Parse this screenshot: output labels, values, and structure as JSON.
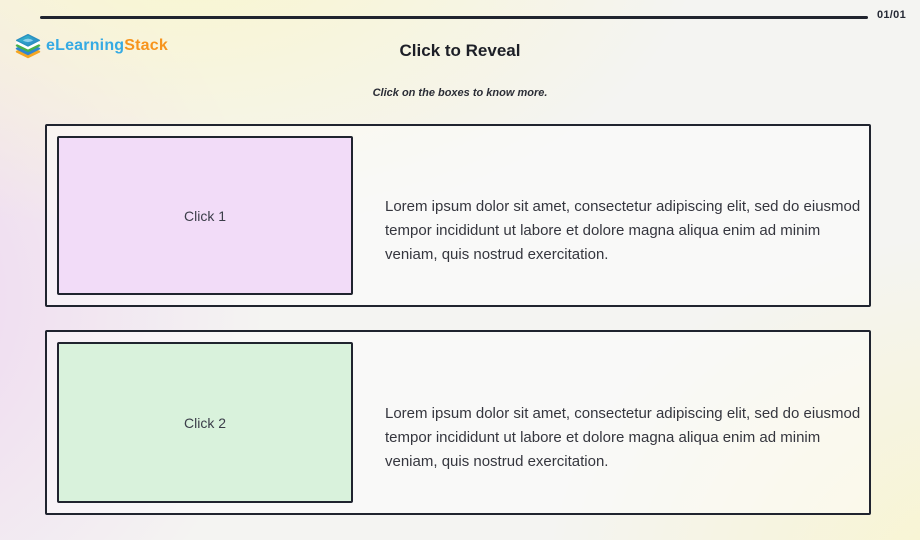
{
  "page": {
    "progress_label": "01/01"
  },
  "logo": {
    "brand_first": "eLearning",
    "brand_second": "Stack",
    "brand_first_color": "#35aae3",
    "brand_second_color": "#f7941d",
    "icon": "layers-stack-icon"
  },
  "header": {
    "title": "Click to Reveal",
    "subtitle": "Click on the boxes to know more."
  },
  "cards": [
    {
      "button_label": "Click 1",
      "button_color": "#f2dcf8",
      "text": "Lorem ipsum dolor sit amet, consectetur adipiscing elit, sed do eiusmod tempor incididunt ut labore et dolore magna aliqua enim ad minim veniam, quis nostrud exercitation."
    },
    {
      "button_label": "Click 2",
      "button_color": "#d9f2dc",
      "text": "Lorem ipsum dolor sit amet, consectetur adipiscing elit, sed do eiusmod tempor incididunt ut labore et dolore magna aliqua enim ad minim veniam, quis nostrud exercitation."
    }
  ],
  "colors": {
    "border": "#20242f",
    "progress_line": "#20242f"
  }
}
